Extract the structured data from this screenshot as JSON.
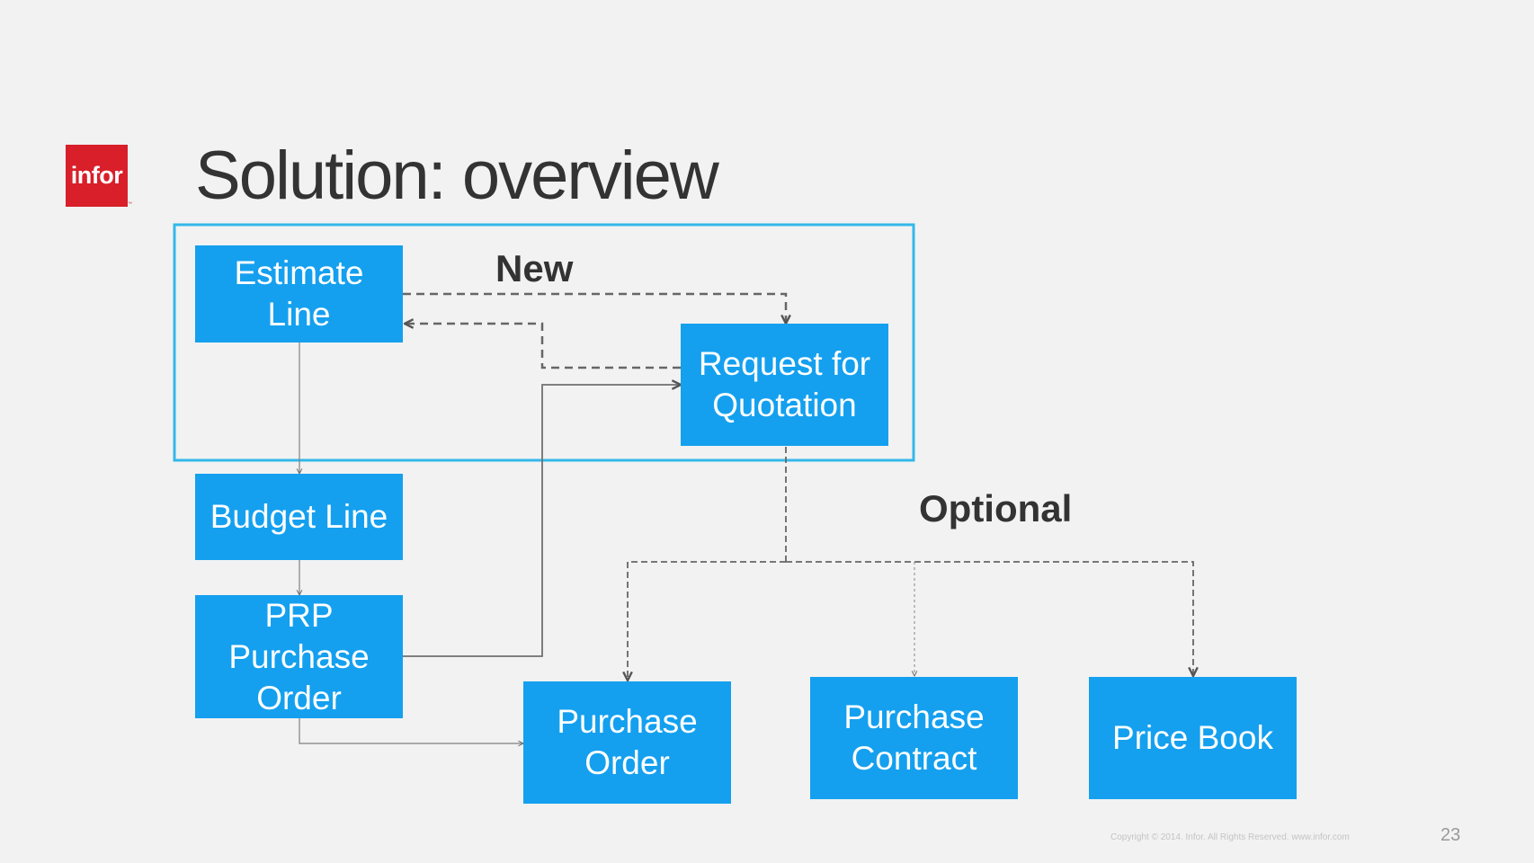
{
  "brand": {
    "logo_text": "infor",
    "logo_mark": "™",
    "logo_color": "#d81f2a"
  },
  "slide": {
    "title": "Solution: overview",
    "copyright": "Copyright © 2014. Infor. All Rights Reserved. www.infor.com",
    "page_number": "23"
  },
  "diagram": {
    "node_color": "#14a0ef",
    "frame_color": "#33b8ea",
    "nodes": {
      "estimate_line": "Estimate Line",
      "request_for_quotation": "Request for Quotation",
      "budget_line": "Budget Line",
      "prp_purchase_order": "PRP Purchase Order",
      "purchase_order": "Purchase Order",
      "purchase_contract": "Purchase Contract",
      "price_book": "Price Book"
    },
    "notes": {
      "new": "New",
      "optional": "Optional"
    }
  }
}
